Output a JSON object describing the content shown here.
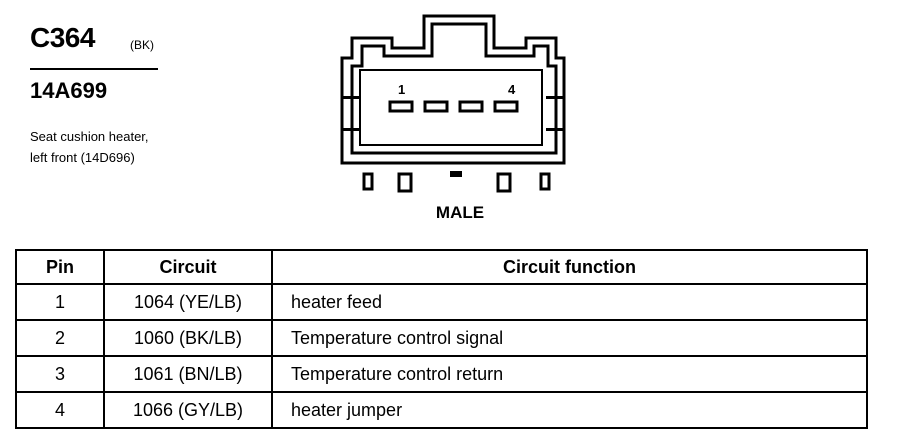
{
  "connector": {
    "id": "C364",
    "color_code": "(BK)",
    "part_number": "14A699",
    "description_line1": "Seat cushion heater,",
    "description_line2": "left front (14D696)",
    "gender": "MALE",
    "pin_labels": {
      "first": "1",
      "last": "4"
    }
  },
  "table": {
    "headers": {
      "pin": "Pin",
      "circuit": "Circuit",
      "function": "Circuit function"
    },
    "rows": [
      {
        "pin": "1",
        "circuit": "1064 (YE/LB)",
        "function": "heater feed"
      },
      {
        "pin": "2",
        "circuit": "1060 (BK/LB)",
        "function": "Temperature control signal"
      },
      {
        "pin": "3",
        "circuit": "1061 (BN/LB)",
        "function": "Temperature control return"
      },
      {
        "pin": "4",
        "circuit": "1066 (GY/LB)",
        "function": "heater jumper"
      }
    ]
  }
}
